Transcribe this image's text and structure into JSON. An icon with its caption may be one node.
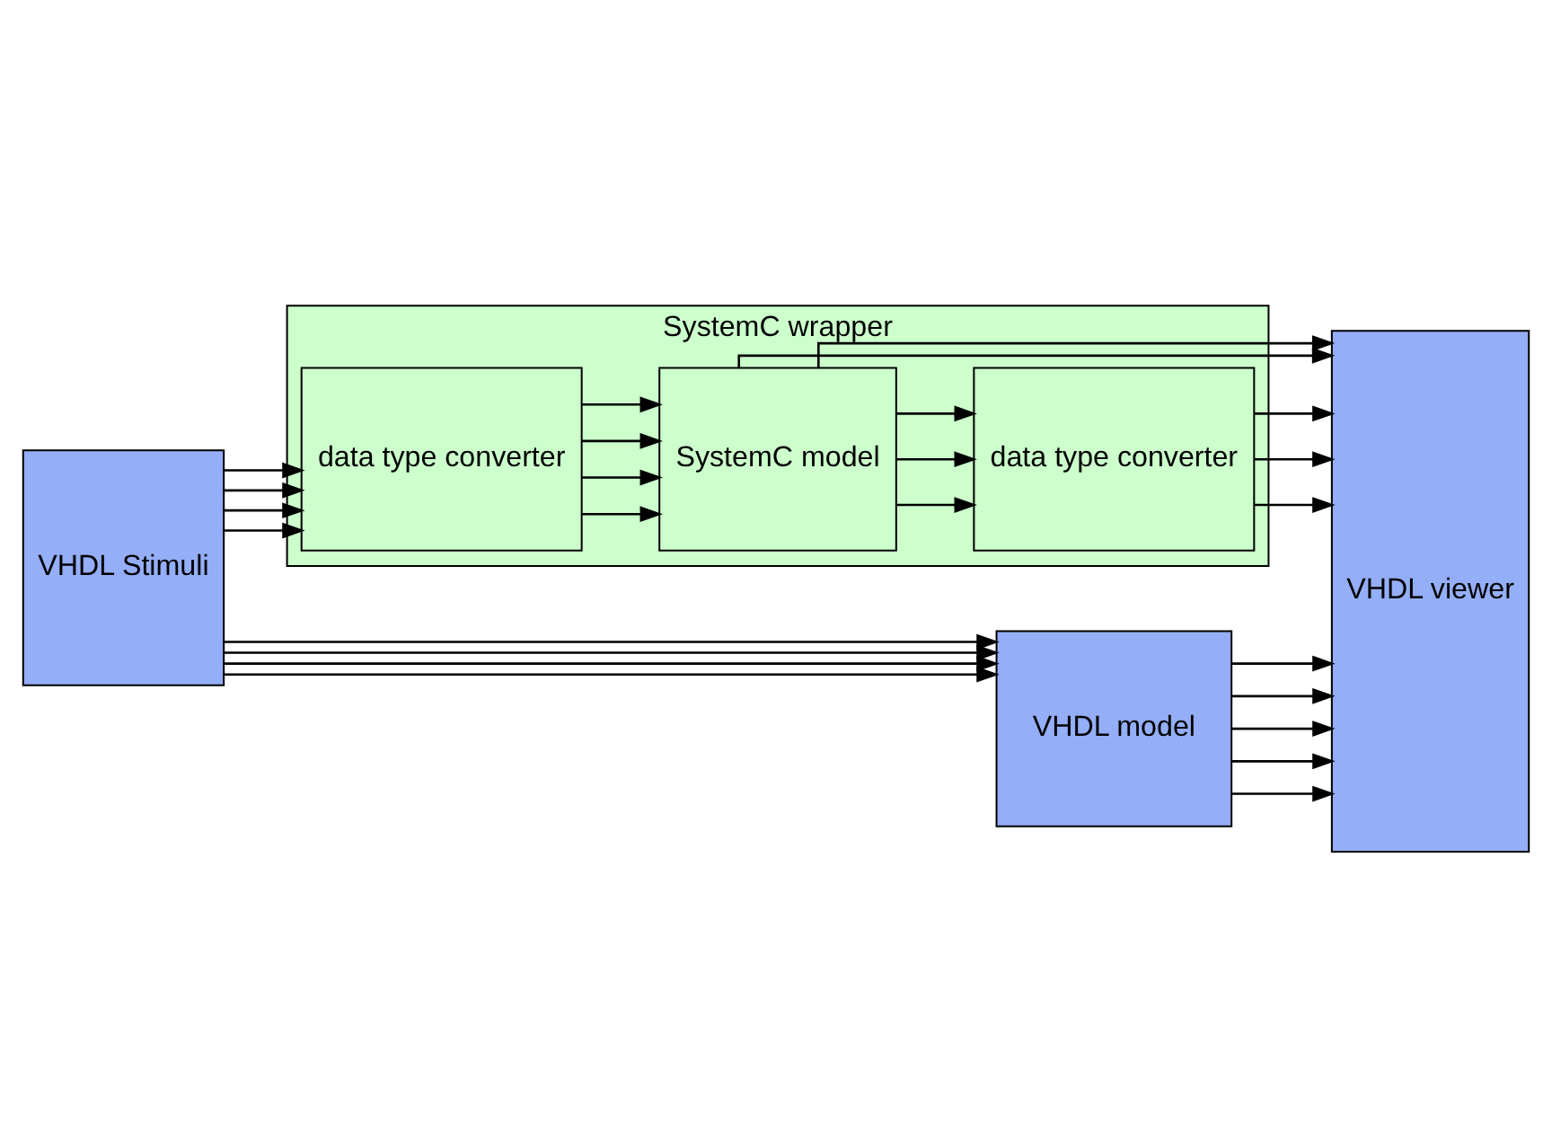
{
  "diagram": {
    "nodes": [
      {
        "text": [
          "VHDL Stimuli"
        ]
      },
      {
        "text": [
          "SystemC wrapper"
        ]
      },
      {
        "text": [
          "data type converter"
        ],
        "in": 1
      },
      {
        "text": [
          "SystemC model"
        ],
        "in": 1
      },
      {
        "text": [
          "data type converter"
        ],
        "in": 1
      },
      {
        "text": [
          "VHDL model"
        ]
      },
      {
        "text": [
          "VHDL viewer"
        ]
      }
    ],
    "edges": [
      {
        "from": 0,
        "to": 2,
        "arrow": "to"
      },
      {
        "from": 0,
        "to": 2,
        "arrow": "to"
      },
      {
        "from": 0,
        "to": 2,
        "arrow": "to"
      },
      {
        "from": 0,
        "to": 2,
        "arrow": "to"
      },
      {
        "from": 2,
        "to": 3,
        "arrow": "to"
      },
      {
        "from": 2,
        "to": 3,
        "arrow": "to"
      },
      {
        "from": 2,
        "to": 3,
        "arrow": "to"
      },
      {
        "from": 2,
        "to": 3,
        "arrow": "to"
      },
      {
        "from": 3,
        "to": 4,
        "arrow": "to"
      },
      {
        "from": 3,
        "to": 4,
        "arrow": "to"
      },
      {
        "from": 3,
        "to": 4,
        "arrow": "to"
      },
      {
        "from": 4,
        "to": 6,
        "arrow": "to"
      },
      {
        "from": 4,
        "to": 6,
        "arrow": "to"
      },
      {
        "from": 4,
        "to": 6,
        "arrow": "to"
      },
      {
        "from": 3,
        "to": 6,
        "arrow": "to"
      },
      {
        "from": 3,
        "to": 6,
        "arrow": "to"
      },
      {
        "from": 0,
        "to": 5,
        "arrow": "to"
      },
      {
        "from": 0,
        "to": 5,
        "arrow": "to"
      },
      {
        "from": 0,
        "to": 5,
        "arrow": "to"
      },
      {
        "from": 0,
        "to": 5,
        "arrow": "to"
      },
      {
        "from": 5,
        "to": 6,
        "arrow": "to"
      },
      {
        "from": 5,
        "to": 6,
        "arrow": "to"
      },
      {
        "from": 5,
        "to": 6,
        "arrow": "to"
      },
      {
        "from": 5,
        "to": 6,
        "arrow": "to"
      },
      {
        "from": 5,
        "to": 6,
        "arrow": "to"
      }
    ]
  }
}
